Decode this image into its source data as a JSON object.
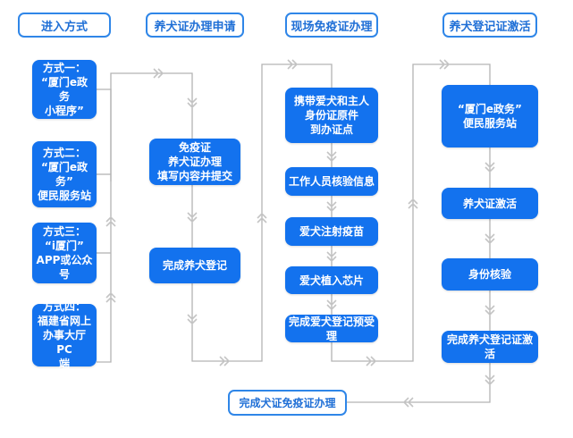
{
  "headers": {
    "entry": "进入方式",
    "apply": "养犬证办理申请",
    "onsite": "现场免疫证办理",
    "activate": "养犬登记证激活"
  },
  "methods": [
    {
      "label": "方式一：\n“厦门e政务\n小程序”"
    },
    {
      "label": "方式二：\n“厦门e政\n务”\n便民服务站"
    },
    {
      "label": "方式三：\n“i厦门”\nAPP或公众\n号"
    },
    {
      "label": "方式四：\n福建省网上\n办事大厅PC\n端"
    }
  ],
  "apply_steps": [
    {
      "label": "免疫证\n养犬证办理\n填写内容并提交"
    },
    {
      "label": "完成养犬登记"
    }
  ],
  "onsite_steps": [
    {
      "label": "携带爱犬和主人\n身份证原件\n到办证点"
    },
    {
      "label": "工作人员核验信息"
    },
    {
      "label": "爱犬注射疫苗"
    },
    {
      "label": "爱犬植入芯片"
    },
    {
      "label": "完成爱犬登记预受理"
    }
  ],
  "activate_steps": [
    {
      "label": "“厦门e政务”\n便民服务站"
    },
    {
      "label": "养犬证激活"
    },
    {
      "label": "身份核验"
    },
    {
      "label": "完成养犬登记证激\n活"
    }
  ],
  "final": {
    "label": "完成犬证免疫证办理"
  },
  "colors": {
    "box": "#1372ee",
    "header_border": "#2f86e8",
    "line": "#b3b3b3",
    "chevron": "#c4c4c4"
  }
}
